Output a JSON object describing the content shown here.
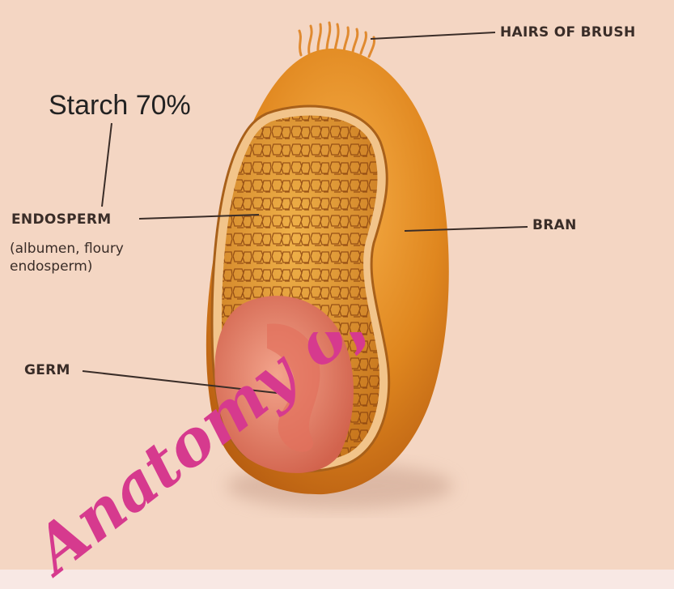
{
  "labels": {
    "hairs": "HAIRS OF BRUSH",
    "starch": "Starch 70%",
    "endosperm": "ENDOSPERM",
    "endosperm_detail_1": "(albumen, floury",
    "endosperm_detail_2": "endosperm)",
    "bran": "BRAN",
    "germ": "GERM"
  },
  "title": "Anatomy of a grain",
  "colors": {
    "background": "#f4d6c3",
    "bran": "#e08a1e",
    "endosperm": "#d98a2a",
    "germ": "#e8836e",
    "title": "#d63a8e",
    "leader": "#3a2d28"
  }
}
